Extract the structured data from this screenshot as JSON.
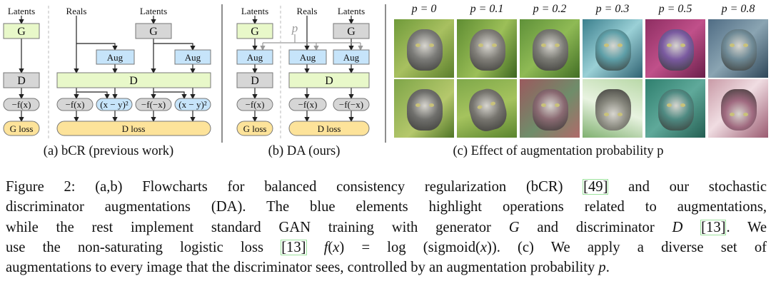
{
  "panel_a": {
    "left": {
      "latents": "Latents",
      "g": "G",
      "d": "D",
      "fx": "−f(x)",
      "loss": "G loss"
    },
    "right": {
      "reals": "Reals",
      "latents": "Latents",
      "g": "G",
      "aug1": "Aug",
      "aug2": "Aug",
      "d": "D",
      "p1": "−f(x)",
      "p2": "(x − y)²",
      "p3": "−f(−x)",
      "p4": "(x − y)²",
      "loss": "D loss"
    },
    "caption": "(a) bCR (previous work)"
  },
  "panel_b": {
    "left": {
      "latents": "Latents",
      "g": "G",
      "aug": "Aug",
      "d": "D",
      "fx": "−f(x)",
      "loss": "G loss"
    },
    "p_label": "p",
    "right": {
      "reals": "Reals",
      "latents": "Latents",
      "g": "G",
      "aug1": "Aug",
      "aug2": "Aug",
      "d": "D",
      "p1": "−f(x)",
      "p2": "−f(−x)",
      "loss": "D loss"
    },
    "caption": "(b) DA (ours)"
  },
  "panel_c": {
    "columns": [
      "p = 0",
      "p = 0.1",
      "p = 0.2",
      "p = 0.3",
      "p = 0.5",
      "p = 0.8"
    ],
    "caption": "(c) Effect of augmentation probability p"
  },
  "colors": {
    "green": "#e8f8c9",
    "gray": "#d6d6d6",
    "blue": "#c6e4fa",
    "yellow": "#fde39a"
  },
  "figure_caption": {
    "lines": [
      [
        {
          "t": "Figure 2: (a,b) Flowcharts for balanced consistency regularization (bCR) "
        },
        {
          "t": "[49]",
          "cite": true
        },
        {
          "t": " and our stochastic"
        }
      ],
      [
        {
          "t": "discriminator augmentations (DA). The blue elements highlight operations related to augmentations,"
        }
      ],
      [
        {
          "t": "while the rest implement standard GAN training with generator "
        },
        {
          "t": "G",
          "m": true
        },
        {
          "t": " and discriminator "
        },
        {
          "t": "D",
          "m": true
        },
        {
          "t": " "
        },
        {
          "t": "[13]",
          "cite": true
        },
        {
          "t": ". We"
        }
      ],
      [
        {
          "t": "use the non-saturating logistic loss "
        },
        {
          "t": "[13]",
          "cite": true
        },
        {
          "t": " "
        },
        {
          "t": "f",
          "m": true
        },
        {
          "t": "("
        },
        {
          "t": "x",
          "m": true
        },
        {
          "t": ") = log (sigmoid("
        },
        {
          "t": "x",
          "m": true
        },
        {
          "t": ")). (c) We apply a diverse set of"
        }
      ],
      [
        {
          "t": "augmentations to every image that the discriminator sees, controlled by an augmentation probability "
        },
        {
          "t": "p",
          "m": true
        },
        {
          "t": "."
        }
      ]
    ]
  }
}
